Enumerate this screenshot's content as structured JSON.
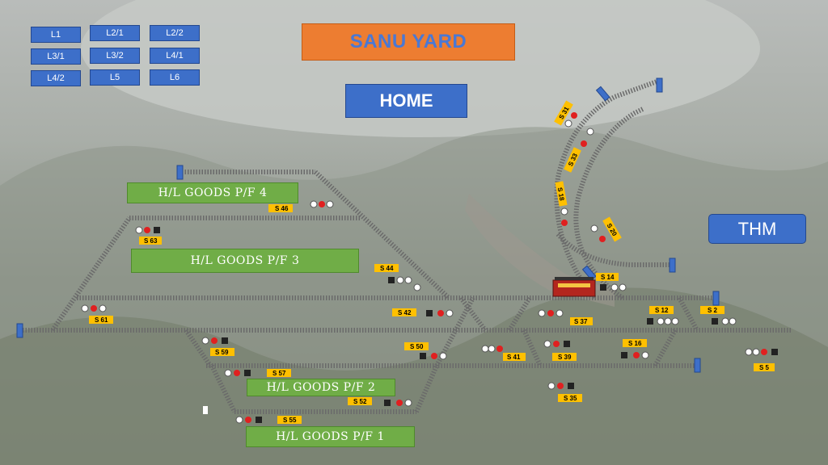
{
  "title": "SANU YARD",
  "home_label": "HOME",
  "thm_label": "THM",
  "nav_buttons": [
    "L1",
    "L2/1",
    "L2/2",
    "L3/1",
    "L3/2",
    "L4/1",
    "L4/2",
    "L5",
    "L6"
  ],
  "platforms": [
    "H/L GOODS P/F 4",
    "H/L GOODS P/F 3",
    "H/L GOODS P/F 2",
    "H/L GOODS P/F 1"
  ],
  "signals": {
    "s31": "S 31",
    "s33": "S 33",
    "s18": "S 18",
    "s20": "S 20",
    "s14": "S 14",
    "s46": "S 46",
    "s63": "S 63",
    "s44": "S 44",
    "s61": "S 61",
    "s42": "S 42",
    "s37": "S 37",
    "s12": "S 12",
    "s2": "S 2",
    "s59": "S 59",
    "s50": "S 50",
    "s41": "S 41",
    "s39": "S 39",
    "s16": "S 16",
    "s5": "S 5",
    "s57": "S 57",
    "s35": "S 35",
    "s52": "S 52",
    "s55": "S 55"
  },
  "colors": {
    "accent": "#3d6fc9",
    "title_bg": "#ed7d31",
    "platform": "#70ad47",
    "signal_red": "#e02020",
    "label_bg": "#ffc000"
  }
}
